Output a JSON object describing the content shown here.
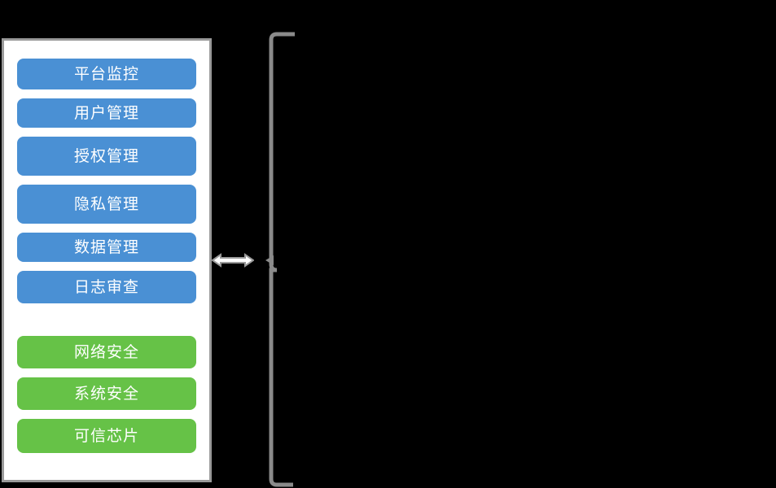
{
  "diagram": {
    "title": "platform-capability-stack",
    "background_color": "#000000",
    "panel": {
      "name": "capability-panel",
      "background_color": "#ffffff",
      "border_color": "#9a9a9a"
    },
    "groups": [
      {
        "name": "management-group",
        "color": "#4a90d4",
        "items": [
          {
            "label": "平台监控"
          },
          {
            "label": "用户管理"
          },
          {
            "label": "授权管理"
          },
          {
            "label": "隐私管理"
          },
          {
            "label": "数据管理"
          },
          {
            "label": "日志审查"
          }
        ]
      },
      {
        "name": "security-group",
        "color": "#66c247",
        "items": [
          {
            "label": "网络安全"
          },
          {
            "label": "系统安全"
          },
          {
            "label": "可信芯片"
          }
        ]
      }
    ],
    "connector": {
      "name": "bidirectional-arrow",
      "icon": "double-headed-arrow-icon",
      "fill_color": "#ffffff",
      "stroke_color": "#9a9a9a"
    },
    "brace": {
      "name": "right-brace",
      "icon": "curly-brace-icon",
      "color": "#8a8a8a"
    }
  }
}
